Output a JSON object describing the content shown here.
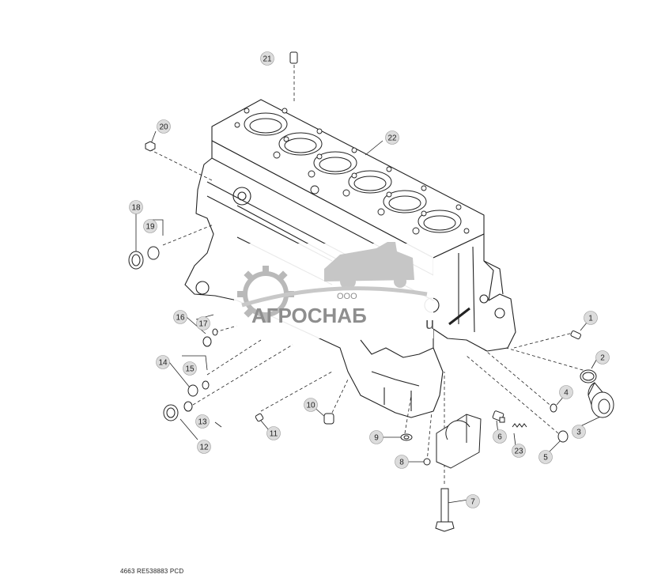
{
  "diagram": {
    "callouts": [
      "1",
      "2",
      "3",
      "4",
      "5",
      "6",
      "7",
      "8",
      "9",
      "10",
      "11",
      "12",
      "13",
      "14",
      "15",
      "16",
      "17",
      "18",
      "19",
      "20",
      "21",
      "22",
      "23"
    ],
    "footer_code": "4663  RE538883  PCD"
  },
  "watermark": {
    "company_prefix": "ООО",
    "company_name": "АГРОСНАБ",
    "suffix": "u"
  },
  "colors": {
    "line": "#222222",
    "callout_fill": "#dcdcdc",
    "watermark_gray": "#b9b9b9",
    "watermark_text": "#8e8e8e"
  }
}
